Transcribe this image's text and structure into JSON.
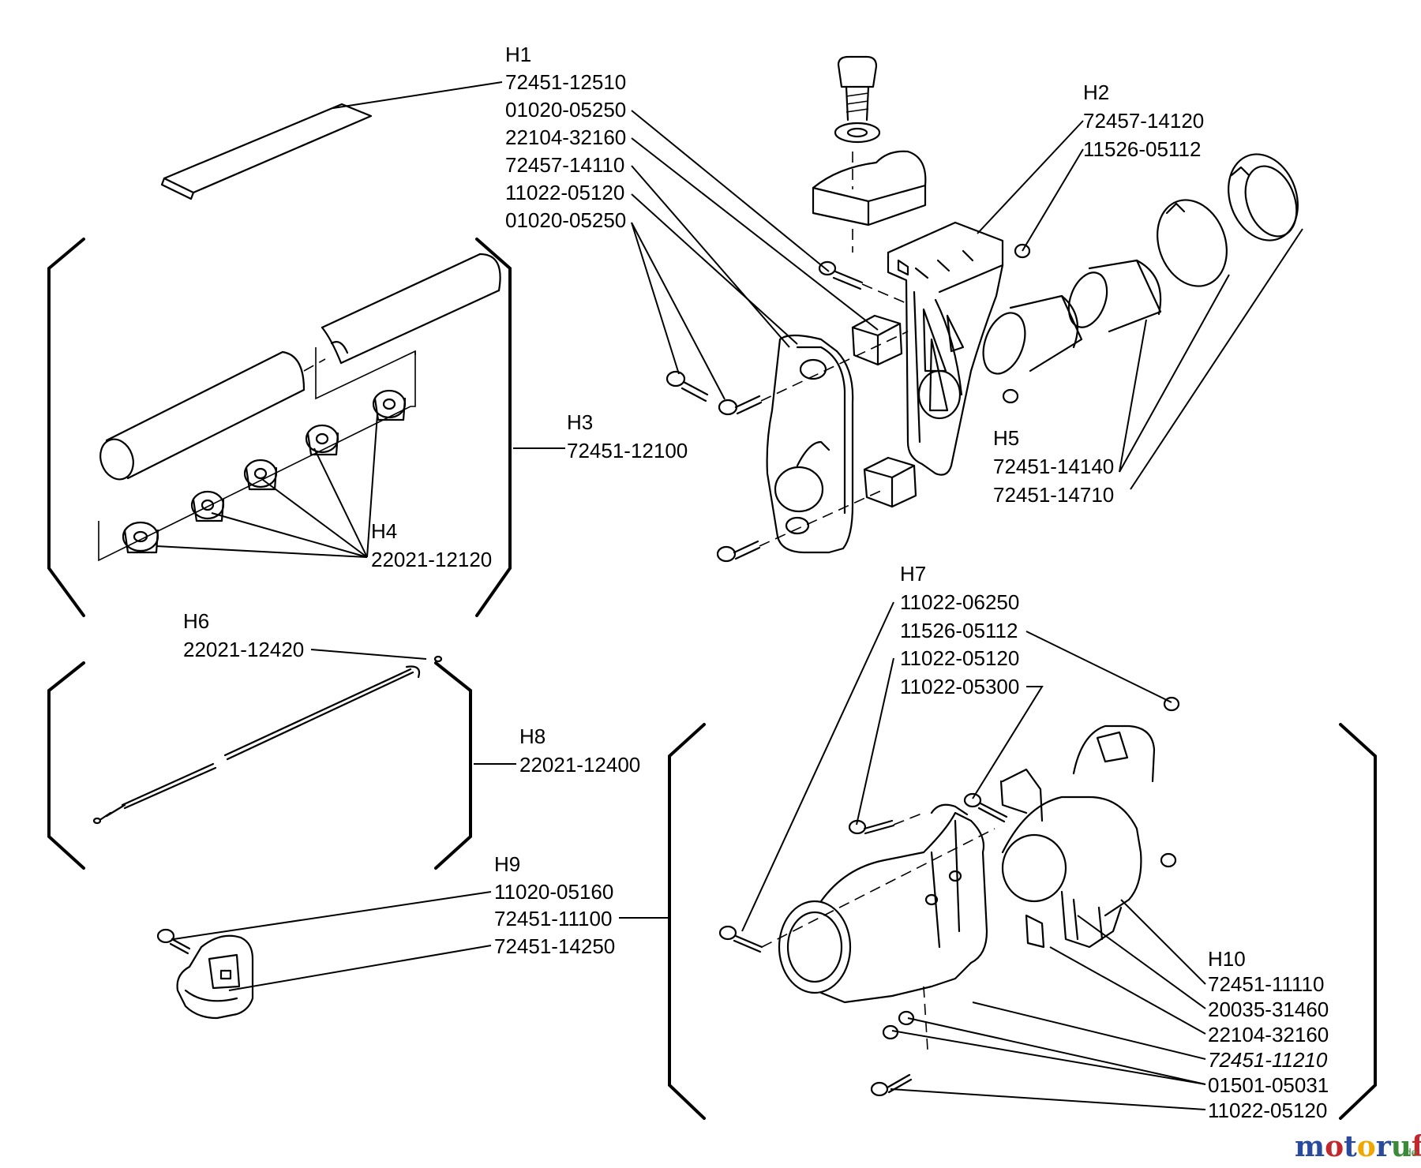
{
  "groups": [
    {
      "id": "H1",
      "parts": [
        "72451-12510",
        "01020-05250",
        "22104-32160",
        "72457-14110",
        "11022-05120",
        "01020-05250"
      ]
    },
    {
      "id": "H2",
      "parts": [
        "72457-14120",
        "11526-05112"
      ]
    },
    {
      "id": "H3",
      "parts": [
        "72451-12100"
      ]
    },
    {
      "id": "H4",
      "parts": [
        "22021-12120"
      ]
    },
    {
      "id": "H5",
      "parts": [
        "72451-14140",
        "72451-14710"
      ]
    },
    {
      "id": "H6",
      "parts": [
        "22021-12420"
      ]
    },
    {
      "id": "H7",
      "parts": [
        "11022-06250",
        "11526-05112",
        "11022-05120",
        "11022-05300"
      ]
    },
    {
      "id": "H8",
      "parts": [
        "22021-12400"
      ]
    },
    {
      "id": "H9",
      "parts": [
        "11020-05160",
        "72451-11100",
        "72451-14250"
      ]
    },
    {
      "id": "H10",
      "parts": [
        "72451-11110",
        "20035-31460",
        "22104-32160",
        "72451-11210",
        "01501-05031",
        "11022-05120"
      ]
    }
  ],
  "watermark": {
    "text": "motoruf",
    "suffix": ".de",
    "colors": [
      "#2a4a9c",
      "#c0282d",
      "#2a4a9c",
      "#f0a800",
      "#2a4a9c",
      "#3a8a3a",
      "#c0282d"
    ]
  }
}
